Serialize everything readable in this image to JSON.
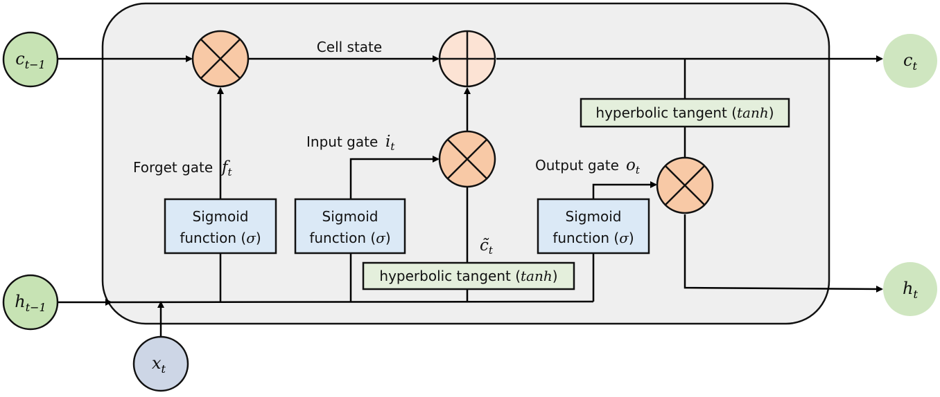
{
  "labels": {
    "cell_state": "Cell state",
    "forget_gate": "Forget gate",
    "input_gate": "Input gate",
    "output_gate": "Output gate"
  },
  "symbols": {
    "f": "f",
    "f_sub": "t",
    "i": "i",
    "i_sub": "t",
    "o": "o",
    "o_sub": "t",
    "c_tilde": "c̃",
    "c_tilde_sub": "t"
  },
  "boxes": {
    "sigmoid_line1": "Sigmoid",
    "sigmoid_line2_prefix": "function (",
    "sigmoid_symbol": "σ",
    "sigmoid_line2_suffix": ")",
    "tanh_prefix": "hyperbolic tangent (",
    "tanh_symbol": "tanh",
    "tanh_suffix": ")"
  },
  "nodes": {
    "c_prev": {
      "main": "c",
      "sub": "t−1"
    },
    "h_prev": {
      "main": "h",
      "sub": "t−1"
    },
    "c_t": {
      "main": "c",
      "sub": "t"
    },
    "h_t": {
      "main": "h",
      "sub": "t"
    },
    "x_t": {
      "main": "x",
      "sub": "t"
    }
  },
  "colors": {
    "cell_bg": "#efefef",
    "state_node": "#c7e3b4",
    "output_node": "#cfe6c0",
    "input_node": "#cdd6e6",
    "mult_op": "#f8c9a6",
    "add_op": "#fce3d4",
    "sigmoid_box": "#dbe9f6",
    "tanh_box": "#e4efdc"
  }
}
